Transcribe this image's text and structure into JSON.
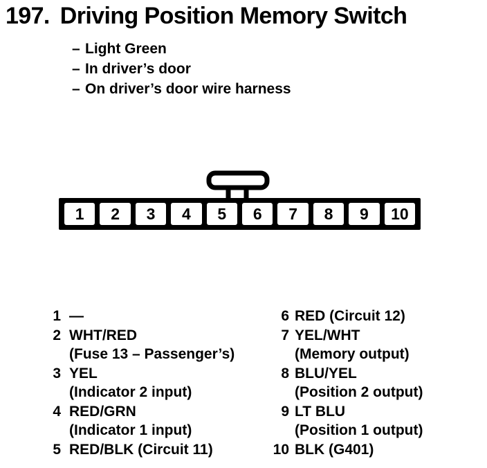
{
  "title": {
    "number": "197.",
    "text": "Driving Position Memory Switch"
  },
  "notes": {
    "dash": "–",
    "items": [
      "Light Green",
      "In driver’s door",
      "On driver’s door wire harness"
    ]
  },
  "connector": {
    "pins": [
      "1",
      "2",
      "3",
      "4",
      "5",
      "6",
      "7",
      "8",
      "9",
      "10"
    ]
  },
  "pin_list": {
    "left": [
      {
        "n": "1",
        "t": "—"
      },
      {
        "n": "2",
        "t": "WHT/RED"
      },
      {
        "n": "",
        "t": "(Fuse 13 – Passenger’s)"
      },
      {
        "n": "3",
        "t": "YEL"
      },
      {
        "n": "",
        "t": "(Indicator 2 input)"
      },
      {
        "n": "4",
        "t": "RED/GRN"
      },
      {
        "n": "",
        "t": "(Indicator 1 input)"
      },
      {
        "n": "5",
        "t": "RED/BLK (Circuit 11)"
      }
    ],
    "right": [
      {
        "n": "6",
        "t": "RED (Circuit 12)"
      },
      {
        "n": "7",
        "t": "YEL/WHT"
      },
      {
        "n": "",
        "t": "(Memory output)"
      },
      {
        "n": "8",
        "t": "BLU/YEL"
      },
      {
        "n": "",
        "t": "(Position 2 output)"
      },
      {
        "n": "9",
        "t": "LT BLU"
      },
      {
        "n": "",
        "t": "(Position 1 output)"
      },
      {
        "n": "10",
        "t": "BLK (G401)"
      }
    ]
  },
  "colors": {
    "ink": "#000000",
    "paper": "#ffffff"
  }
}
